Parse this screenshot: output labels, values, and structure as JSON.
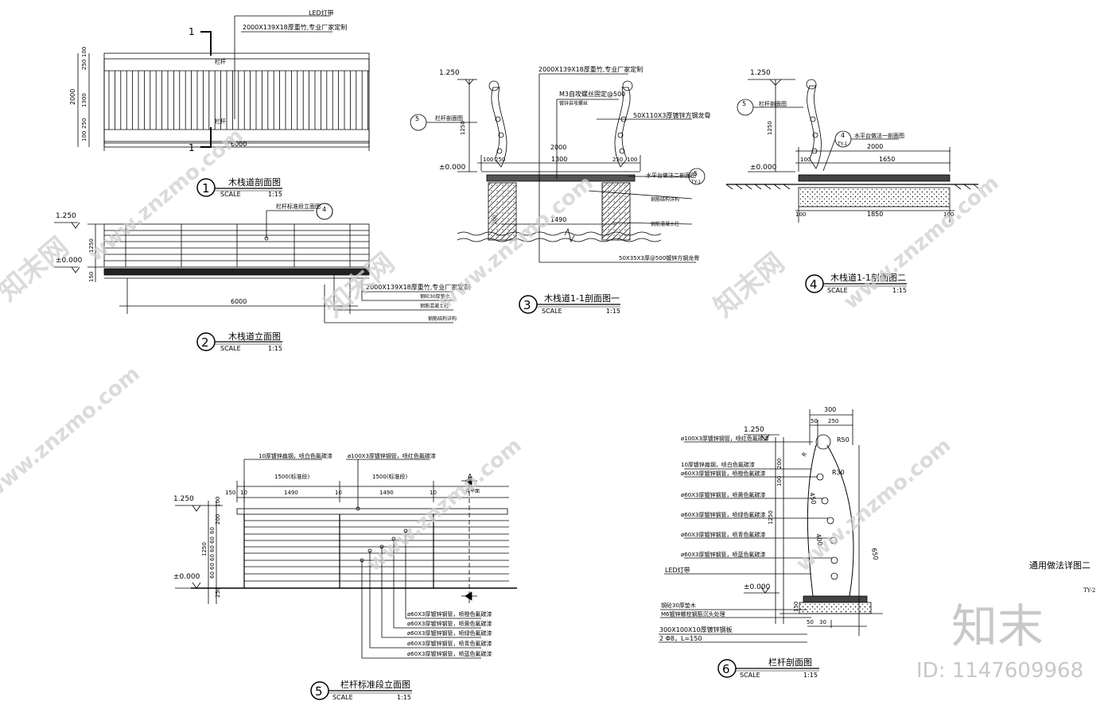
{
  "drawings": {
    "d1": {
      "num": "1",
      "title": "木栈道剖面图",
      "scale_label": "SCALE",
      "scale": "1:15"
    },
    "d2": {
      "num": "2",
      "title": "木栈道立面图",
      "scale_label": "SCALE",
      "scale": "1:15"
    },
    "d3": {
      "num": "3",
      "title": "木栈道1-1剖面图一",
      "scale_label": "SCALE",
      "scale": "1:15"
    },
    "d4": {
      "num": "4",
      "title": "木栈道1-1剖面图二",
      "scale_label": "SCALE",
      "scale": "1:15"
    },
    "d5": {
      "num": "5",
      "title": "栏杆标准段立面图",
      "scale_label": "SCALE",
      "scale": "1:15"
    },
    "d6": {
      "num": "6",
      "title": "栏杆剖面图",
      "scale_label": "SCALE",
      "scale": "1:15"
    }
  },
  "plan1": {
    "led": "LED灯带",
    "board": "2000X139X18厚重竹,专业厂家定制",
    "cut": "1",
    "railing": "栏杆",
    "dims_v": [
      "100",
      "250",
      "1300",
      "250",
      "100"
    ],
    "total_v": "2000",
    "total_h": "6000"
  },
  "elev2": {
    "level_top": "1.250",
    "level_zero": "±0.000",
    "h1250": "1250",
    "h150": "150",
    "ref": "栏杆标准段立面图",
    "ref_num": "4",
    "width": "6000",
    "notes": [
      "2000X139X18厚重竹,专业厂家定制",
      "钢砼30厚垫木",
      "钢筋混凝土柱",
      "钢筋结构详构"
    ]
  },
  "sec3": {
    "top_note": "2000X139X18厚重竹,专业厂家定制",
    "bolt": "M3自攻螺丝固定@500",
    "bolt2": "镀锌自攻螺丝",
    "tube": "50X110X3厚镀锌方钢龙骨",
    "railing": "栏杆剖面图",
    "ref_num": "5",
    "level_top": "1.250",
    "level_zero": "±0.000",
    "h1250": "1250",
    "w2000": "2000",
    "w1300": "1300",
    "d100a": "100",
    "d250a": "250",
    "d250b": "250",
    "d100b": "100",
    "horiz": "水平台做法二剖面图",
    "horiz_ref": "5",
    "horiz_sub": "TY-1",
    "steel": "钢筋结构详构",
    "col": "钢筋混凝土柱",
    "w1490": "1490",
    "d200": "200",
    "bottom": "50X35X3厚@500镀锌方钢龙骨"
  },
  "sec4": {
    "level_top": "1.250",
    "level_zero": "±0.000",
    "h1250": "1250",
    "railing": "栏杆剖面图",
    "ref_num": "5",
    "ref4": "4",
    "ref4_sub": "TY-1",
    "horiz": "水平台做法一剖面图",
    "w2000": "2000",
    "d100": "100",
    "w1650": "1650",
    "w1850": "1850",
    "d100b": "100",
    "d100c": "100"
  },
  "elev5": {
    "level_top": "1.250",
    "level_zero": "±0.000",
    "h1250": "1250",
    "h250": "250",
    "h100": "100",
    "h200": "200",
    "rails": [
      "60",
      "60",
      "60",
      "60",
      "60",
      "60",
      "60",
      "60"
    ],
    "top1": "10厚镀锌扁钢，喷白色氟碳漆",
    "top2": "ø100X3厚镀锌钢管，喷红色氟碳漆",
    "seg1": "1500(标准段)",
    "seg2": "1500(标准段)",
    "d150": "150",
    "d10a": "10",
    "w1490a": "1490",
    "d10b": "10",
    "w1490b": "1490",
    "d10c": "10",
    "cut": "A",
    "cut_label": "详平面",
    "notes": [
      "ø60X3厚镀锌钢管，喷橙色氟碳漆",
      "ø60X3厚镀锌钢管，喷黄色氟碳漆",
      "ø60X3厚镀锌钢管，喷绿色氟碳漆",
      "ø60X3厚镀锌钢管，喷青色氟碳漆",
      "ø60X3厚镀锌钢管，喷蓝色氟碳漆"
    ]
  },
  "sec6": {
    "w300": "300",
    "d50": "50",
    "w250": "250",
    "r50": "R50",
    "r30": "R30",
    "level_top": "1.250",
    "level_zero": "±0.000",
    "notes": [
      "ø100X3厚镀锌钢管，喷红色氟碳漆",
      "10厚镀锌扁钢，喷白色氟碳漆",
      "ø60X3厚镀锌钢管，喷橙色氟碳漆",
      "ø60X3厚镀锌钢管，喷黄色氟碳漆",
      "ø60X3厚镀锌钢管，喷绿色氟碳漆",
      "ø60X3厚镀锌钢管，喷青色氟碳漆",
      "ø60X3厚镀锌钢管，喷蓝色氟碳漆"
    ],
    "led": "LED灯带",
    "wood": "钢砼30厚垫木",
    "bolt": "M6镀锌螺栓钢筋沉头处理",
    "plate": "300X100X10厚镀锌钢板",
    "bar": "2 Φ8，L=150",
    "d150": "150",
    "d50b": "50",
    "d30": "30",
    "h200": "200",
    "h100": "100",
    "h1250": "1250",
    "r1": "R",
    "arc": "450",
    "len": "650",
    "d400": "400"
  },
  "sheet": {
    "title": "通用做法详图二",
    "code": "TY-2"
  },
  "watermark": {
    "site": "www.znzmo.com",
    "brand": "知末",
    "id": "ID: 1147609968",
    "cn": "知末网"
  }
}
